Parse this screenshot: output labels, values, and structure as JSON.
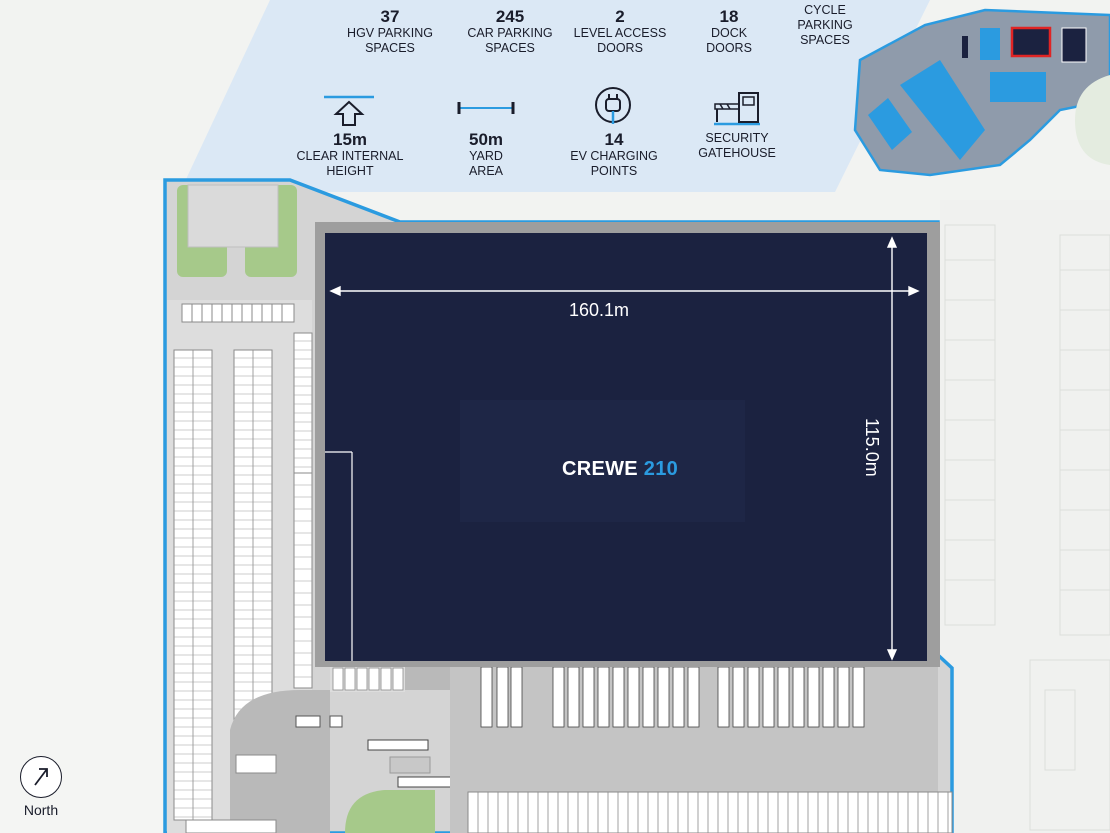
{
  "stats_top": [
    {
      "value": "37",
      "label": "HGV PARKING\nSPACES"
    },
    {
      "value": "245",
      "label": "CAR PARKING\nSPACES"
    },
    {
      "value": "2",
      "label": "LEVEL ACCESS\nDOORS"
    },
    {
      "value": "18",
      "label": "DOCK\nDOORS"
    },
    {
      "value": "",
      "label": "CYCLE\nPARKING\nSPACES"
    }
  ],
  "stats_bottom": [
    {
      "value": "15m",
      "label": "CLEAR INTERNAL\nHEIGHT",
      "icon": "arrow-up-icon"
    },
    {
      "value": "50m",
      "label": "YARD\nAREA",
      "icon": "measure-icon"
    },
    {
      "value": "14",
      "label": "EV CHARGING\nPOINTS",
      "icon": "ev-plug-icon"
    },
    {
      "value": "",
      "label": "SECURITY\nGATEHOUSE",
      "icon": "gatehouse-icon"
    }
  ],
  "building": {
    "name": "CREWE",
    "number": "210"
  },
  "dimensions": {
    "width": "160.1m",
    "depth": "115.0m"
  },
  "north": {
    "label": "North"
  },
  "colors": {
    "building": "#1b2240",
    "site_outline": "#2b9be0",
    "header_panel": "#dbe8f5",
    "yard": "#bdbdbd",
    "parking": "#d9d9d9",
    "grass": "#a6c98a",
    "highlight": "#e02424"
  }
}
